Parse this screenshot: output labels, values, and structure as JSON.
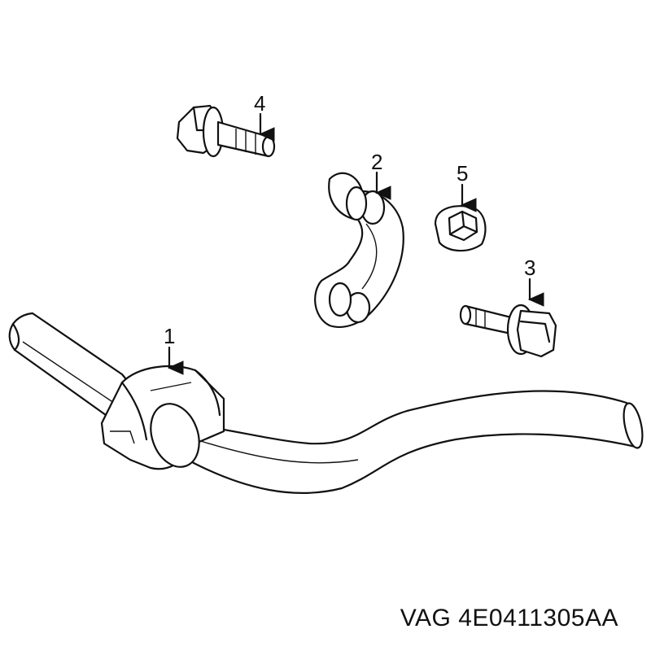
{
  "callouts": [
    {
      "id": "1",
      "label": "1"
    },
    {
      "id": "2",
      "label": "2"
    },
    {
      "id": "3",
      "label": "3"
    },
    {
      "id": "4",
      "label": "4"
    },
    {
      "id": "5",
      "label": "5"
    }
  ],
  "footer": {
    "brand": "VAG",
    "part_number": "4E0411305AA"
  }
}
